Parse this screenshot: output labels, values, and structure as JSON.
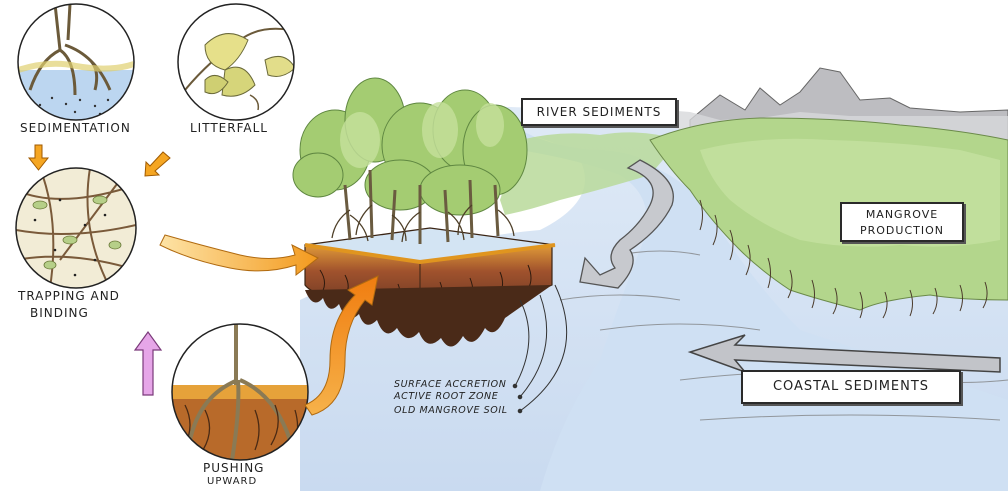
{
  "left_panels": {
    "sedimentation": "SEDIMENTATION",
    "litterfall": "LITTERFALL",
    "trapping_line1": "TRAPPING AND",
    "trapping_line2": "BINDING",
    "pushing_line1": "PUSHING",
    "pushing_line2": "UPWARD"
  },
  "block_labels": {
    "surface": "SURFACE ACCRETION",
    "root_zone": "ACTIVE ROOT ZONE",
    "old_soil": "OLD MANGROVE SOIL"
  },
  "callouts": {
    "river": "RIVER SEDIMENTS",
    "mangrove_line1": "MANGROVE",
    "mangrove_line2": "PRODUCTION",
    "coastal": "COASTAL SEDIMENTS"
  },
  "colors": {
    "arrow_orange": "#f5a623",
    "arrow_pink": "#e6a6e8",
    "water_blue": "#c9dcf2",
    "foliage_green": "#a8d07a",
    "soil_brown": "#7a4a2e",
    "mountain_grey": "#b9b9bd"
  },
  "icons": [
    "down-arrow-icon",
    "up-arrow-icon"
  ]
}
